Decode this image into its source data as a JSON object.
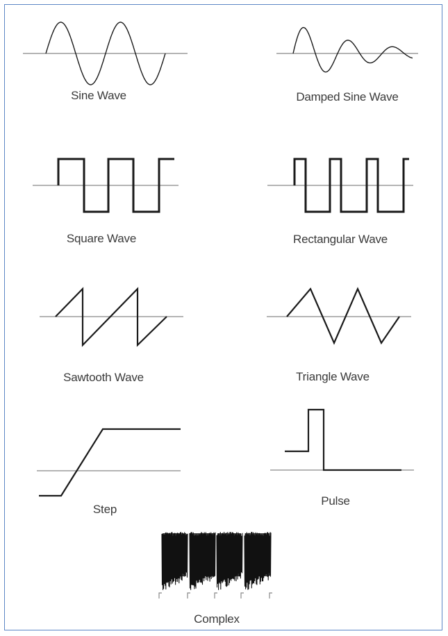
{
  "waveforms": [
    {
      "id": "sine",
      "label": "Sine Wave"
    },
    {
      "id": "damped-sine",
      "label": "Damped Sine Wave"
    },
    {
      "id": "square",
      "label": "Square Wave"
    },
    {
      "id": "rectangular",
      "label": "Rectangular Wave"
    },
    {
      "id": "sawtooth",
      "label": "Sawtooth Wave"
    },
    {
      "id": "triangle",
      "label": "Triangle Wave"
    },
    {
      "id": "step",
      "label": "Step"
    },
    {
      "id": "pulse",
      "label": "Pulse"
    },
    {
      "id": "complex",
      "label": "Complex"
    }
  ],
  "colors": {
    "border": "#5b86c5",
    "stroke": "#1a1a1a",
    "axis": "#888888",
    "text": "#3a3a3a"
  }
}
